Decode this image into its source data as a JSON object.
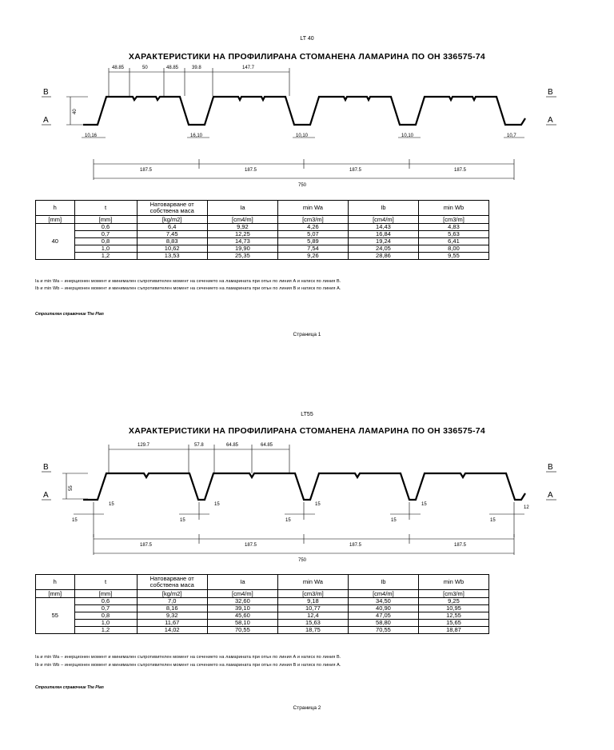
{
  "pages": [
    {
      "code": "LT 40",
      "title": "ХАРАКТЕРИСТИКИ НА ПРОФИЛИРАНА СТОМАНЕНА ЛАМАРИНА ПО ОН 336575-74",
      "top_dims": [
        "48.85",
        "50",
        "48.85",
        "39.8",
        "147.7"
      ],
      "height_dim": "40",
      "bottom_dims": [
        "10,16",
        "16,10",
        "10,10",
        "10,10",
        "10,7"
      ],
      "pitch_dims": [
        "187.5",
        "187.5",
        "187.5",
        "187.5"
      ],
      "total_dim": "750",
      "side_labels": {
        "b": "B",
        "a": "A"
      },
      "table": {
        "headers": [
          "h",
          "t",
          "Натоварване от собствена маса",
          "Ia",
          "min Wa",
          "Ib",
          "min Wb"
        ],
        "units": [
          "[mm]",
          "[mm]",
          "[kg/m2]",
          "[cm4/m]",
          "[cm3/m]",
          "[cm4/m]",
          "[cm3/m]"
        ],
        "h_value": "40",
        "rows": [
          [
            "0,6",
            "6,4",
            "9,92",
            "4,26",
            "14,43",
            "4,83"
          ],
          [
            "0,7",
            "7,45",
            "12,25",
            "5,07",
            "16,84",
            "5,63"
          ],
          [
            "0,8",
            "8,83",
            "14,73",
            "5,89",
            "19,24",
            "6,41"
          ],
          [
            "1,0",
            "10,62",
            "19,90",
            "7,54",
            "24,05",
            "8,00"
          ],
          [
            "1,2",
            "13,53",
            "25,35",
            "9,26",
            "28,86",
            "9,55"
          ]
        ]
      },
      "notes": [
        "Ia и min Wa – инерционен момент и минимален съпротивителен момент на сечението на ламарината при опън по линия А и натиск по линия В.",
        "Ib и min Wb – инерционен момент и минимален съпротивителен момент на сечението на ламарината при опън по линия В и натиск по линия А."
      ],
      "source": "Строителен справочник The Plan",
      "page_label": "Страница 1"
    },
    {
      "code": "LT55",
      "title": "ХАРАКТЕРИСТИКИ НА ПРОФИЛИРАНА СТОМАНЕНА ЛАМАРИНА ПО ОН 336575-74",
      "top_dims": [
        "129.7",
        "57.8",
        "64.85",
        "64.85"
      ],
      "height_dim": "55",
      "bottom_dims": [
        "15",
        "15",
        "15",
        "15",
        "15",
        "15",
        "15",
        "15",
        "15",
        "12"
      ],
      "pitch_dims": [
        "187.5",
        "187.5",
        "187.5",
        "187.5"
      ],
      "total_dim": "750",
      "side_labels": {
        "b": "B",
        "a": "A"
      },
      "table": {
        "headers": [
          "h",
          "t",
          "Натоварване от собствена маса",
          "Ia",
          "min Wa",
          "Ib",
          "min Wb"
        ],
        "units": [
          "[mm]",
          "[mm]",
          "[kg/m2]",
          "[cm4/m]",
          "[cm3/m]",
          "[cm4/m]",
          "[cm3/m]"
        ],
        "h_value": "55",
        "rows": [
          [
            "0,6",
            "7,0",
            "32,60",
            "9,18",
            "34,50",
            "9,25"
          ],
          [
            "0,7",
            "8,16",
            "39,10",
            "10,77",
            "40,90",
            "10,95"
          ],
          [
            "0,8",
            "9,32",
            "45,60",
            "12,4",
            "47,05",
            "12,55"
          ],
          [
            "1,0",
            "11,67",
            "58,10",
            "15,63",
            "58,80",
            "15,65"
          ],
          [
            "1,2",
            "14,02",
            "70,55",
            "18,75",
            "70,55",
            "18,87"
          ]
        ]
      },
      "notes": [
        "Ia и min Wa – инерционен момент и минимален съпротивителен момент на сечението на ламарината при опън по линия А и натиск по линия В.",
        "Ib и min Wb – инерционен момент и минимален съпротивителен момент на сечението на ламарината при опън по линия В и натиск по линия А."
      ],
      "source": "Строителен справочник The Plan",
      "page_label": "Страница 2"
    }
  ]
}
